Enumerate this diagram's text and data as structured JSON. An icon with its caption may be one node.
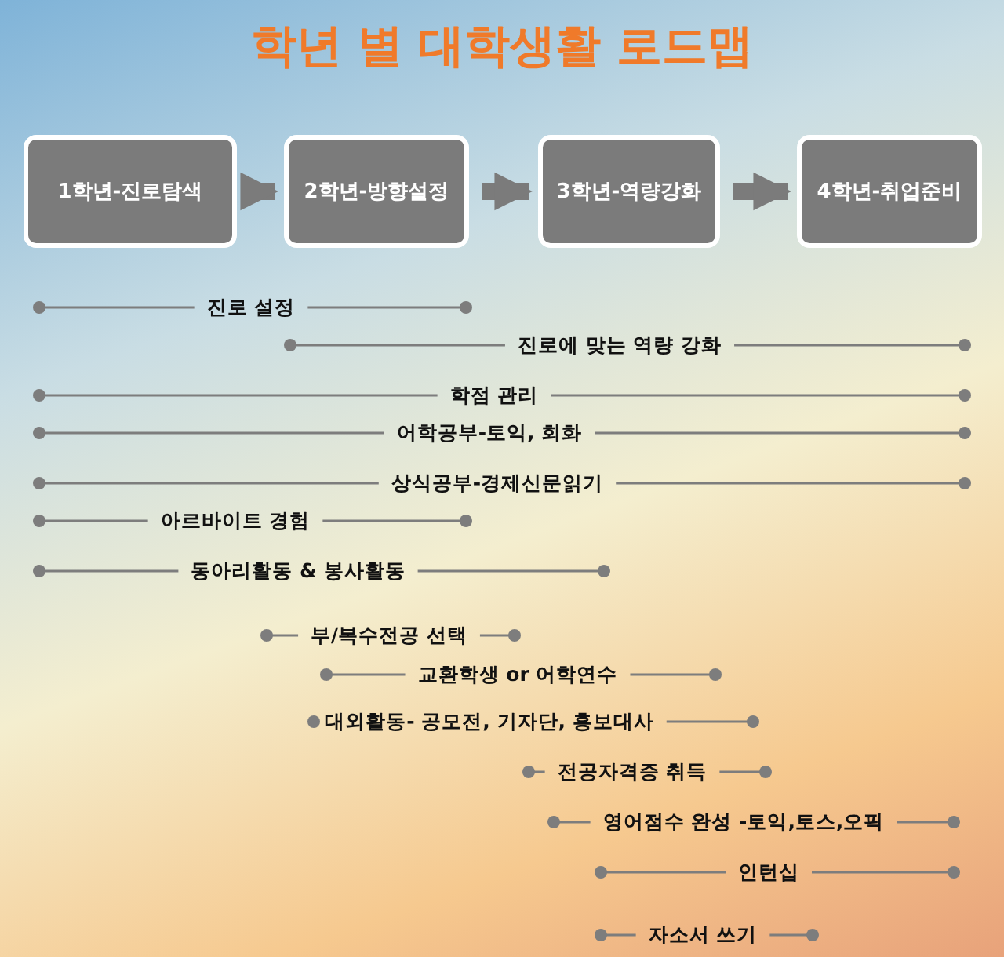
{
  "diagram": {
    "title": "학년 별 대학생활 로드맵",
    "nodes": [
      {
        "text": [
          "1학년-진로탐색"
        ]
      },
      {
        "text": [
          "2학년-방향설정"
        ]
      },
      {
        "text": [
          "3학년-역량강화"
        ]
      },
      {
        "text": [
          "4학년-취업준비"
        ]
      }
    ],
    "edges": [
      {
        "from": 0,
        "to": 1,
        "arrow": "to"
      },
      {
        "from": 1,
        "to": 2,
        "arrow": "to"
      },
      {
        "from": 2,
        "to": 3,
        "arrow": "to"
      }
    ],
    "labels": [
      "진로 설정",
      "진로에 맞는 역량 강화",
      "학점 관리",
      "어학공부-토익, 회화",
      "상식공부-경제신문읽기",
      "아르바이트 경험",
      "동아리활동 & 봉사활동",
      "부/복수전공 선택",
      "교환학생 or 어학연수",
      "대외활동- 공모전, 기자단, 홍보대사",
      "전공자격증 취득",
      "영어점수 완성 -토익,토스,오픽",
      "인턴십",
      "자소서 쓰기"
    ]
  }
}
